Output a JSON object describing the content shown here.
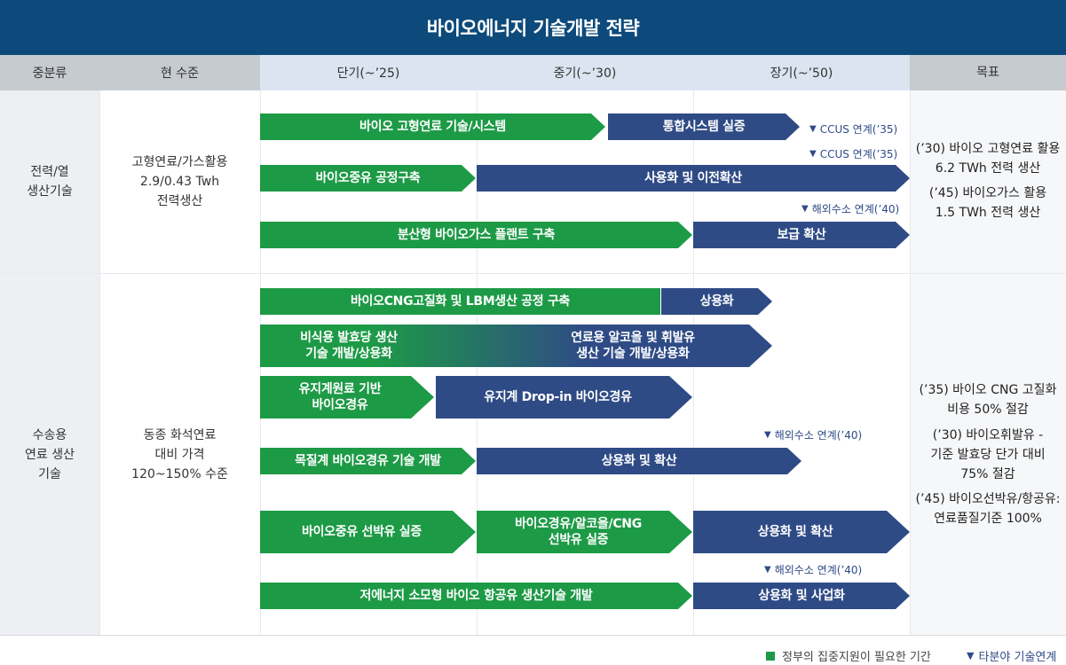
{
  "title": "바이오에너지 기술개발 전략",
  "headers": {
    "category": "중분류",
    "current": "현 수준",
    "short": "단기(~’25)",
    "mid": "중기(~’30)",
    "long": "장기(~’50)",
    "goal": "목표"
  },
  "rows": {
    "power": {
      "category": "전력/열\n생산기술",
      "current": "고형연료/가스활용\n2.9/0.43 Twh\n전력생산",
      "bars": {
        "b1": "바이오 고형연료 기술/시스템",
        "b2": "통합시스템 실증",
        "b3": "바이오중유 공정구축",
        "b4": "사용화 및 이전확산",
        "b5": "분산형 바이오가스 플랜트 구축",
        "b6": "보급 확산"
      },
      "notes": {
        "n1": "CCUS 연계(’35)",
        "n2": "CCUS 연계(’35)",
        "n3": "해외수소 연계(’40)"
      },
      "goals": {
        "g1": "(’30) 바이오 고형연료 활용\n6.2 TWh 전력 생산",
        "g2": "(’45) 바이오가스 활용\n1.5 TWh 전력 생산"
      }
    },
    "transport": {
      "category": "수송용\n연료 생산\n기술",
      "current": "동종 화석연료\n대비 가격\n120~150% 수준",
      "bars": {
        "t1": "바이오CNG고질화 및 LBM생산 공정 구축",
        "t2": "상용화",
        "t3a": "비식용 발효당 생산\n기술 개발/상용화",
        "t3b": "연료용 알코올 및 휘발유\n생산 기술 개발/상용화",
        "t4": "유지계원료 기반\n바이오경유",
        "t5": "유지계 Drop-in 바이오경유",
        "t6": "목질계 바이오경유 기술 개발",
        "t7": "상용화 및 확산",
        "t8": "바이오중유 선박유 실증",
        "t9": "바이오경유/알코올/CNG\n선박유 실증",
        "t10": "상용화 및 확산",
        "t11": "저에너지 소모형 바이오 항공유 생산기술 개발",
        "t12": "상용화 및 사업화"
      },
      "notes": {
        "n4": "해외수소 연계(’40)",
        "n5": "해외수소 연계(’40)"
      },
      "goals": {
        "g3": "(’35) 바이오 CNG 고질화\n비용 50% 절감",
        "g4": "(’30) 바이오휘발유 -\n기준 발효당 단가 대비\n75% 절감",
        "g5": "(’45) 바이오선박유/항공유:\n연료품질기준 100%"
      }
    }
  },
  "legend": {
    "green": "정부의 집중지원이 필요한 기간",
    "link": "타분야 기술연계"
  },
  "colors": {
    "title_bg": "#0d4a7b",
    "green": "#1d9a46",
    "navy": "#2f4b86",
    "header_gray": "#c6cbd0",
    "header_blue": "#dbe4f0"
  }
}
